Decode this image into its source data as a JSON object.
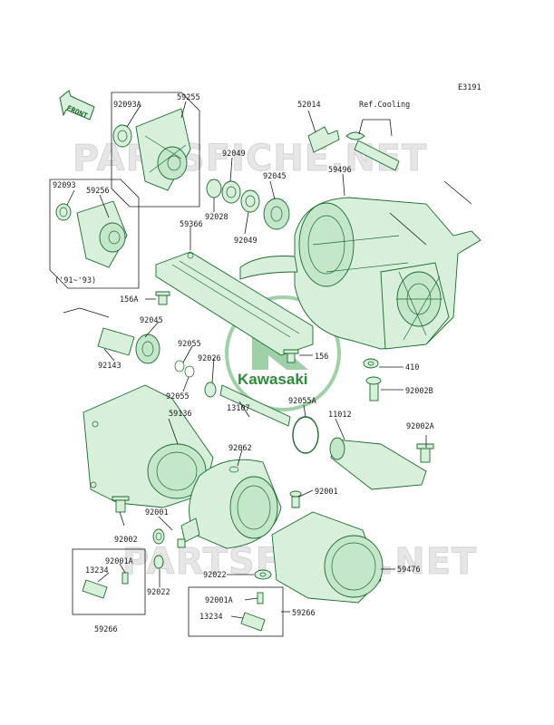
{
  "diagram_code": "E3191",
  "front_label": "FRONT",
  "watermark_text": "PARTSFICHE.NET",
  "logo_text": "Kawasaki",
  "colors": {
    "part_fill": "#d8efdc",
    "part_stroke": "#1b6b2c",
    "logo_green": "#2f8a3b",
    "label": "#1a1a1a"
  },
  "labels": {
    "p92093A": "92093A",
    "p59255": "59255",
    "p92093": "92093",
    "p59256": "59256",
    "years": "('91~'93)",
    "p92049a": "92049",
    "p92028": "92028",
    "p92045a": "92045",
    "p92049b": "92049",
    "p52014": "52014",
    "refcool": "Ref.Cooling",
    "p59496": "59496",
    "p59366": "59366",
    "p156A": "156A",
    "p92045b": "92045",
    "p92143": "92143",
    "p92055a": "92055",
    "p92026": "92026",
    "p92055b": "92055",
    "p156": "156",
    "p410": "410",
    "p92002B": "92002B",
    "p92055A": "92055A",
    "p11012": "11012",
    "p92002A": "92002A",
    "p59136": "59136",
    "p13107": "13107",
    "p92062": "92062",
    "p92001a": "92001",
    "p92001b": "92001",
    "p92002": "92002",
    "p92001Aa": "92001A",
    "p13234a": "13234",
    "p92022a": "92022",
    "p92022b": "92022",
    "p59266a": "59266",
    "p59476": "59476",
    "p92001Ab": "92001A",
    "p13234b": "13234",
    "p59266b": "59266"
  }
}
